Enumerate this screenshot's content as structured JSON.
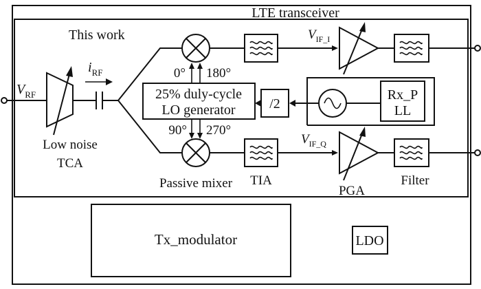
{
  "diagram": {
    "labels": {
      "lte_transceiver": "LTE transceiver",
      "this_work": "This work",
      "vrf_main": "V",
      "vrf_sub": "RF",
      "irf_main": "i",
      "irf_sub": "RF",
      "lna_line1": "Low noise",
      "lna_line2": "TCA",
      "lo_line1": "25% duly-cycle",
      "lo_line2": "LO generator",
      "phase_0": "0°",
      "phase_180": "180°",
      "phase_90": "90°",
      "phase_270": "270°",
      "div2": "/2",
      "rxpll_line1": "Rx_P",
      "rxpll_line2": "LL",
      "vif_i_main": "V",
      "vif_i_sub": "IF_I",
      "vif_q_main": "V",
      "vif_q_sub": "IF_Q",
      "passive_mixer": "Passive mixer",
      "tia": "TIA",
      "pga": "PGA",
      "filter": "Filter",
      "tx_modulator": "Tx_modulator",
      "ldo": "LDO"
    }
  }
}
